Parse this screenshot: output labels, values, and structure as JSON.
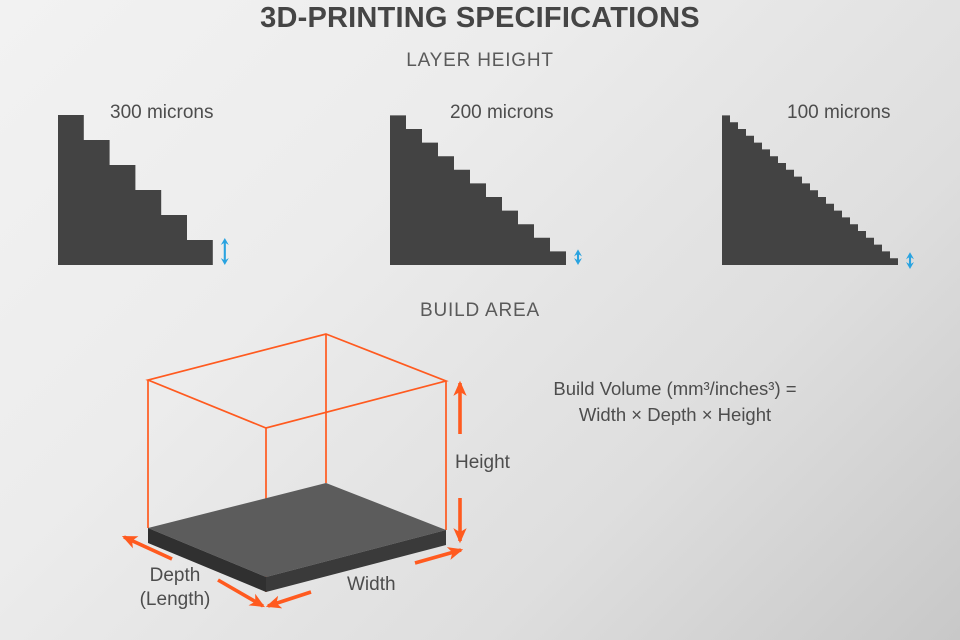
{
  "page": {
    "title": "3D-PRINTING SPECIFICATIONS",
    "background_top": "#f2f2f2",
    "background_bottom": "#c8c8c8",
    "text_color": "#4a4a4a"
  },
  "layer_height": {
    "heading": "LAYER HEIGHT",
    "step_color": "#434343",
    "arrow_color": "#29a3e0",
    "samples": [
      {
        "label": "300 microns",
        "steps": 6,
        "step_w": 25.8,
        "step_h": 25.0
      },
      {
        "label": "200 microns",
        "steps": 11,
        "step_w": 16.0,
        "step_h": 13.6
      },
      {
        "label": "100 microns",
        "steps": 22,
        "step_w": 8.0,
        "step_h": 6.8
      }
    ]
  },
  "build_area": {
    "heading": "BUILD AREA",
    "box_color": "#ff5a1f",
    "platform_top_color": "#5c5c5c",
    "platform_side_color": "#3a3a3a",
    "platform_front_color": "#303030",
    "formula_line1": "Build Volume (mm³/inches³) =",
    "formula_line2": "Width × Depth × Height",
    "labels": {
      "height": "Height",
      "width": "Width",
      "depth_line1": "Depth",
      "depth_line2": "(Length)"
    }
  }
}
